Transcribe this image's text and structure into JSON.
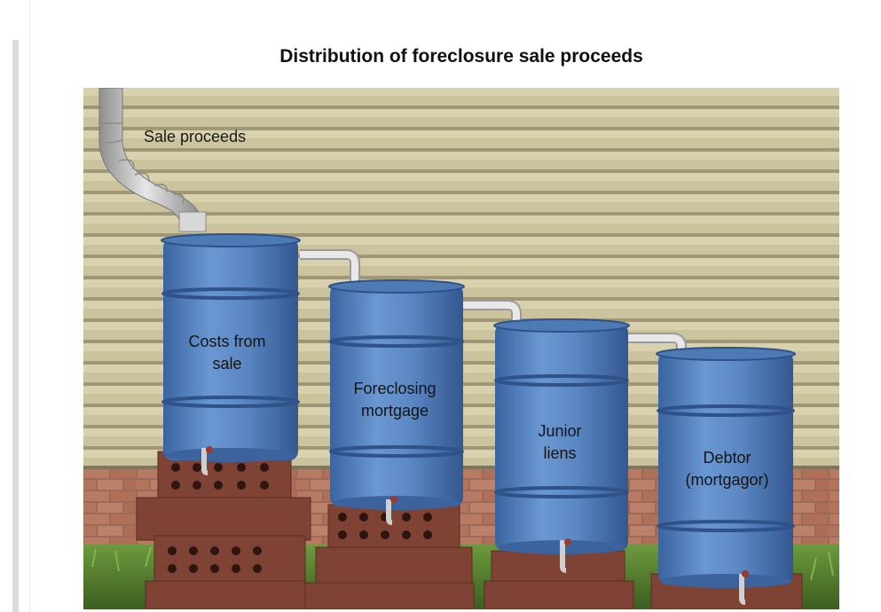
{
  "figure": {
    "title": "Distribution of foreclosure sale proceeds",
    "source_label": "Sale proceeds",
    "barrels": [
      {
        "lines": [
          "Costs from",
          "sale"
        ]
      },
      {
        "lines": [
          "Foreclosing",
          "mortgage"
        ]
      },
      {
        "lines": [
          "Junior",
          "liens"
        ]
      },
      {
        "lines": [
          "Debtor",
          "(mortgagor)"
        ]
      }
    ]
  },
  "colors": {
    "barrel": "#5b87c2",
    "barrel_dark": "#3e6aa6",
    "siding": "#c9c19b",
    "brick_wall": "#b3735a",
    "cinder_block": "#8a4a3a",
    "grass": "#4f7a2d"
  }
}
